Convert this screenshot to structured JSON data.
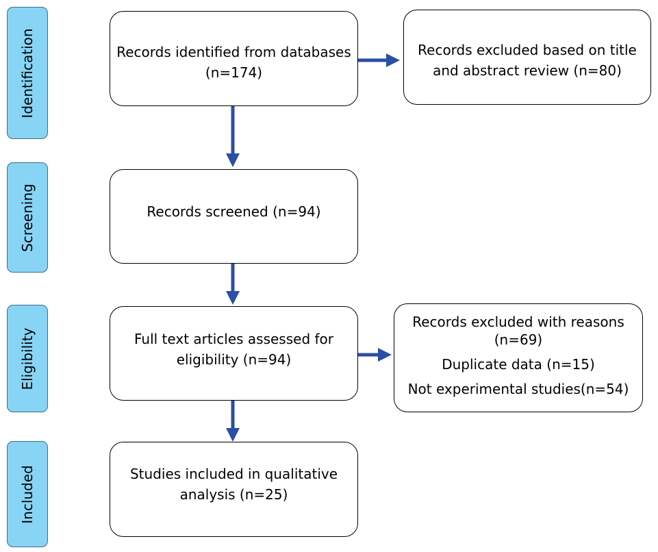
{
  "stages": {
    "identification": "Identification",
    "screening": "Screening",
    "eligibility": "Eligibility",
    "included": "Included"
  },
  "boxes": {
    "identified": {
      "line1": "Records identified from databases",
      "line2": "(n=174)"
    },
    "excluded_title": {
      "line1": "Records excluded based on title",
      "line2": "and abstract review (n=80)"
    },
    "screened": {
      "line1": "Records screened (n=94)"
    },
    "full_text": {
      "line1": "Full text articles assessed for",
      "line2": "eligibility (n=94)"
    },
    "excluded_reasons": {
      "line1": "Records excluded with reasons",
      "line2": "(n=69)",
      "reason1": "Duplicate data (n=15)",
      "reason2": "Not experimental studies(n=54)"
    },
    "included": {
      "line1": "Studies included in qualitative",
      "line2": "analysis (n=25)"
    }
  },
  "colors": {
    "arrow": "#2b4ea6",
    "stage_fill": "#87d4f5",
    "stage_border": "#3a6f86"
  }
}
